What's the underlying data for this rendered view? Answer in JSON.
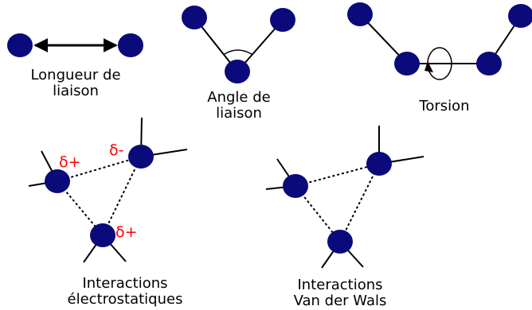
{
  "colors": {
    "atom": "#0a0a7a",
    "bond": "#000000",
    "charge": "#ff0000",
    "background": "#ffffff"
  },
  "panels": {
    "bond_length": {
      "label": [
        "Longueur de",
        "liaison"
      ]
    },
    "bond_angle": {
      "label": [
        "Angle de",
        "liaison"
      ]
    },
    "torsion": {
      "label": [
        "Torsion"
      ]
    },
    "electrostatic": {
      "label": [
        "Interactions",
        "électrostatiques"
      ],
      "charges": [
        "δ+",
        "δ-",
        "δ+"
      ]
    },
    "van_der_waals": {
      "label": [
        "Interactions",
        "Van der Wals"
      ]
    }
  }
}
